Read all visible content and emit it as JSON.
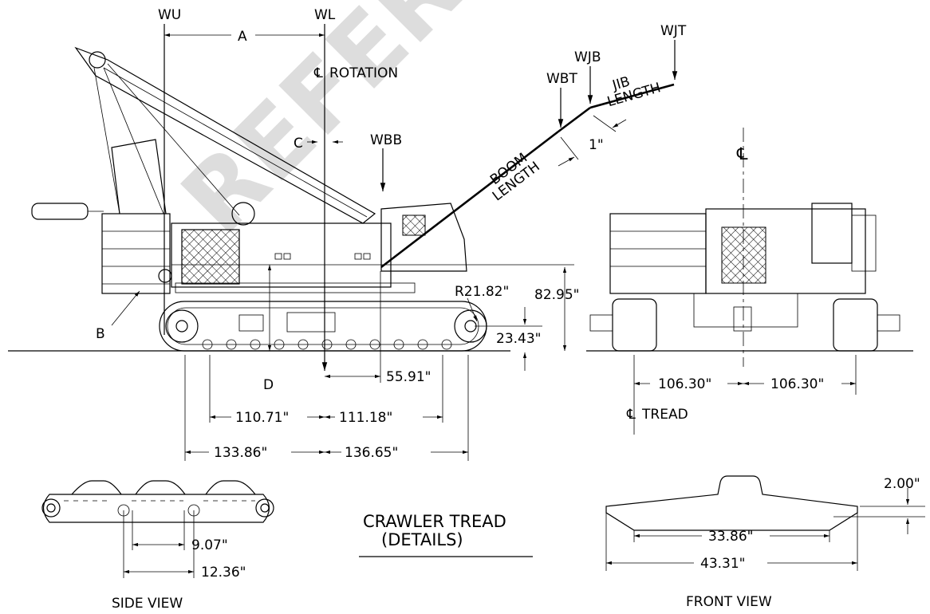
{
  "side_elevation": {
    "load_labels": {
      "wu": "WU",
      "wl": "WL",
      "wbb": "WBB",
      "wbt": "WBT",
      "wjb": "WJB",
      "wjt": "WJT"
    },
    "dimension_letters": {
      "a": "A",
      "b": "B",
      "c": "C",
      "d": "D"
    },
    "rotation_label": "ROTATION",
    "boom_length_label": [
      "BOOM",
      "LENGTH"
    ],
    "jib_length_label": [
      "JIB",
      "LENGTH"
    ],
    "offset_1": "1\"",
    "radius": "R21.82\"",
    "height_82": "82.95\"",
    "height_23": "23.43\"",
    "dim_55": "55.91\"",
    "dim_110": "110.71\"",
    "dim_111": "111.18\"",
    "dim_133": "133.86\"",
    "dim_136": "136.65\""
  },
  "front_elevation": {
    "dim_left": "106.30\"",
    "dim_right": "106.30\"",
    "tread_label": "TREAD"
  },
  "details": {
    "title_line1": "CRAWLER TREAD",
    "title_line2": "(DETAILS)",
    "side_view_label": "SIDE VIEW",
    "front_view_label": "FRONT VIEW",
    "pitch_907": "9.07\"",
    "pitch_1236": "12.36\"",
    "grouser_height": "2.00\"",
    "shoe_inner": "33.86\"",
    "shoe_outer": "43.31\""
  },
  "watermark": "REFERENCE"
}
